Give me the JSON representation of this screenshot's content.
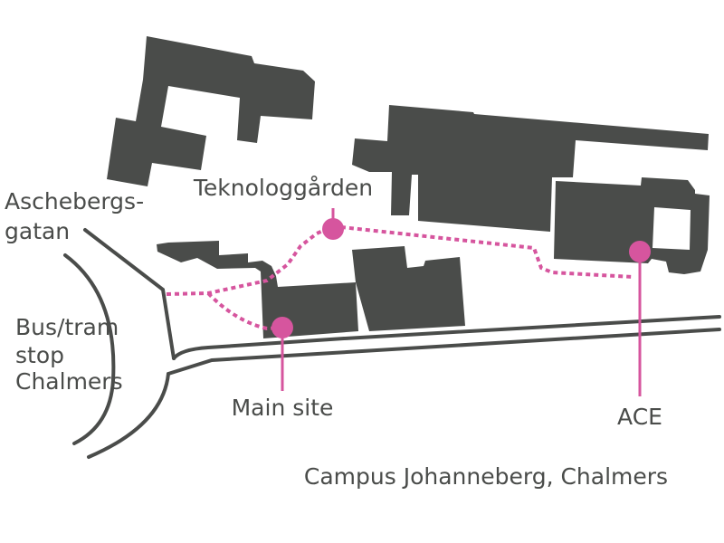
{
  "map": {
    "caption": "Campus Johanneberg, Chalmers",
    "streets": {
      "aschebergsgatan_line1": "Aschebergs-",
      "aschebergsgatan_line2": "gatan"
    },
    "stops": {
      "line1": "Bus/tram",
      "line2": "stop",
      "line3": "Chalmers"
    },
    "places": {
      "teknologgarden": "Teknologgården",
      "main_site": "Main site",
      "ace": "ACE"
    },
    "colors": {
      "building": "#4a4c4a",
      "road": "#4a4c4a",
      "route": "#d6559e",
      "marker": "#d6559e",
      "text": "#4a4c4a",
      "background": "#ffffff"
    }
  }
}
